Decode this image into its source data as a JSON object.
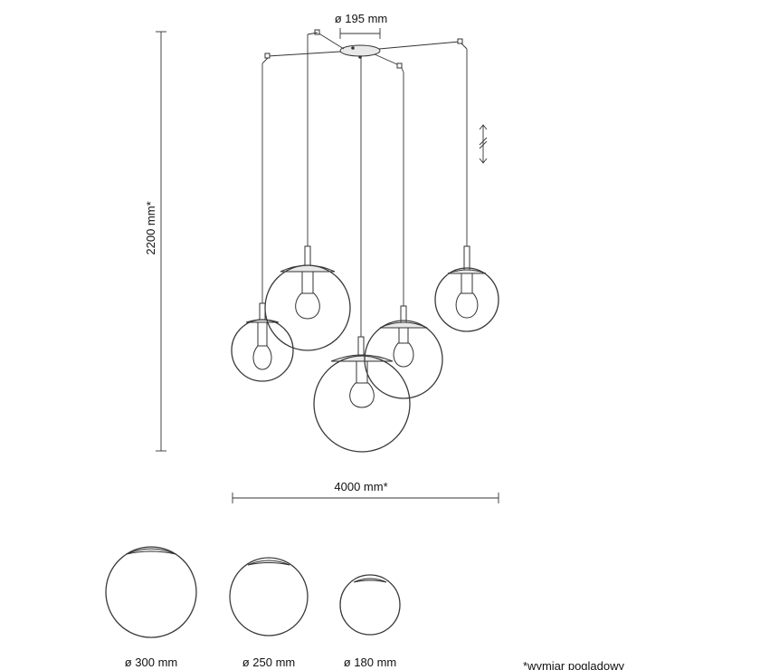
{
  "dimensions": {
    "canopy_diameter": "ø 195 mm",
    "height": "2200 mm*",
    "width": "4000 mm*"
  },
  "shade_sizes": [
    "ø 300 mm",
    "ø 250 mm",
    "ø 180 mm"
  ],
  "footnote": "*wymiar poglądowy"
}
